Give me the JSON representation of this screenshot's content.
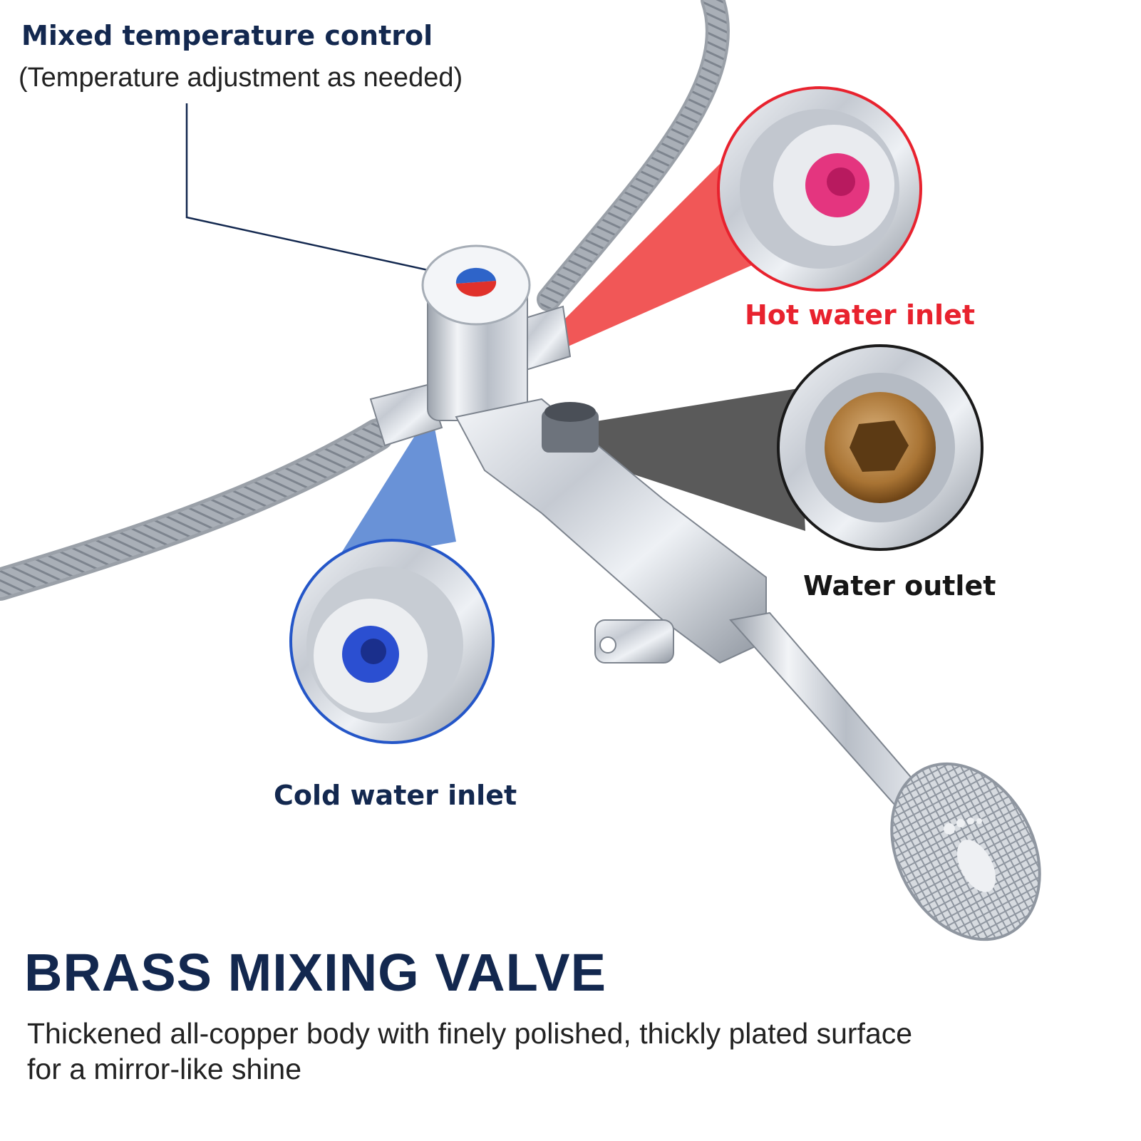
{
  "callouts": {
    "temperature": {
      "title": "Mixed temperature control",
      "subtitle": "(Temperature adjustment as needed)"
    },
    "hot_inlet": {
      "label": "Hot water inlet",
      "color": "#e8222e"
    },
    "water_outlet": {
      "label": "Water outlet",
      "color": "#1a1a1a"
    },
    "cold_inlet": {
      "label": "Cold water inlet",
      "color": "#2456c8"
    }
  },
  "product": {
    "title": "BRASS MIXING VALVE",
    "description": "Thickened all-copper body with finely polished, thickly plated surface for a mirror-like shine"
  },
  "colors": {
    "navy_text": "#13284f",
    "hot_red": "#e8222e",
    "cold_blue": "#2f5fc8"
  }
}
